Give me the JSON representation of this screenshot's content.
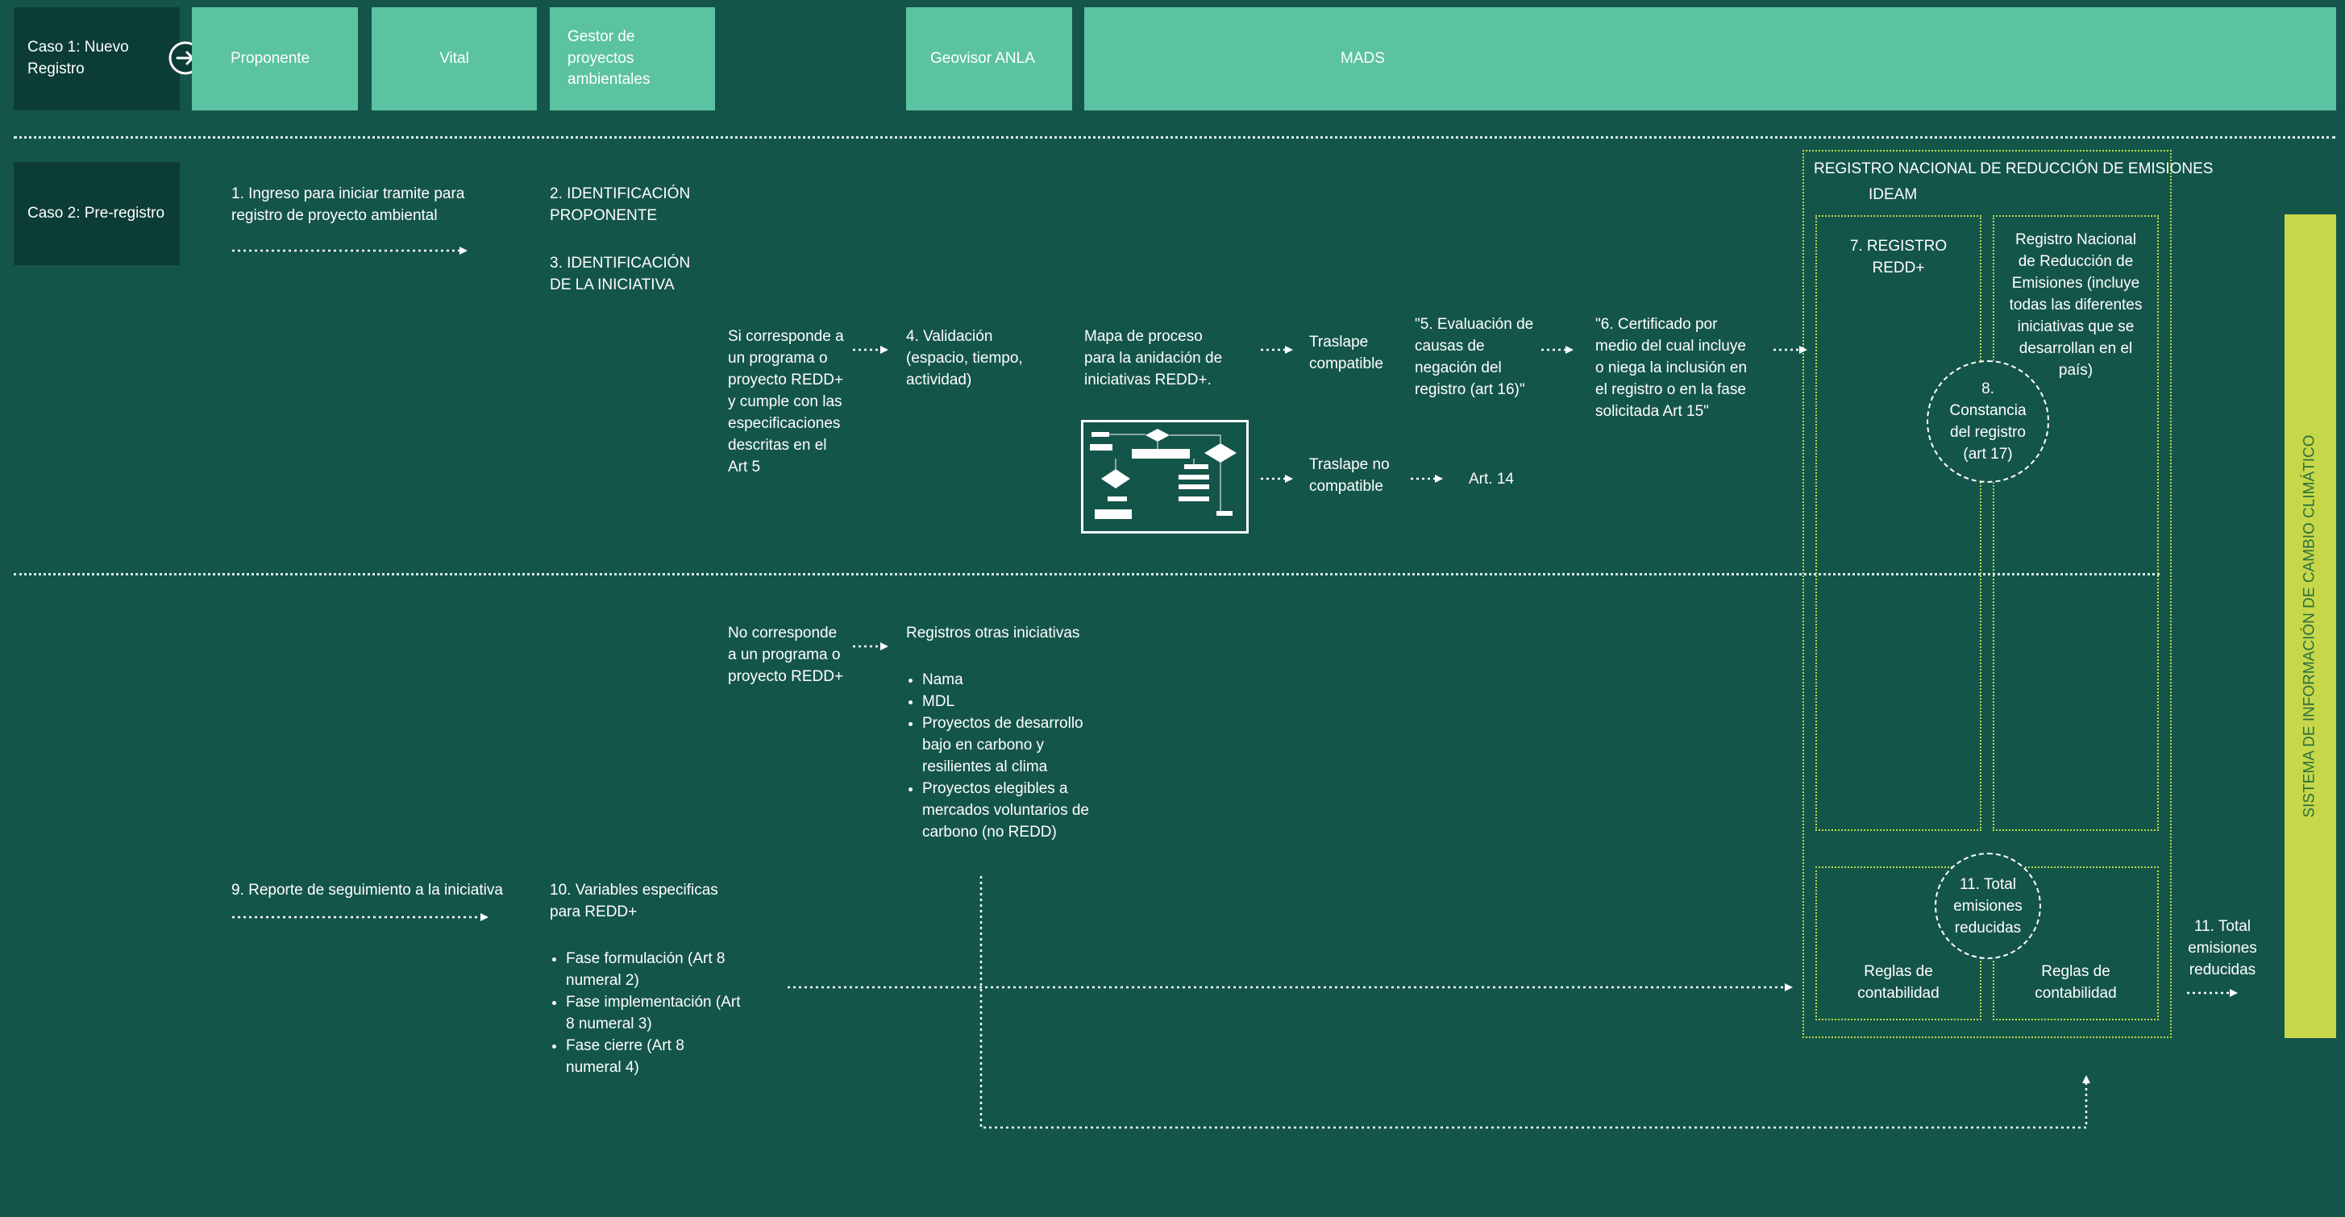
{
  "header": {
    "case1": "Caso 1: Nuevo Registro",
    "actors": [
      "Proponente",
      "Vital",
      "Gestor de proyectos ambientales",
      "Geovisor ANLA",
      "MADS"
    ]
  },
  "case2": {
    "label": "Caso 2: Pre-registro"
  },
  "steps": {
    "s1": "1. Ingreso para iniciar tramite para registro de proyecto ambiental",
    "s2": "2. IDENTIFICACIÓN PROPONENTE",
    "s3": "3. IDENTIFICACIÓN DE LA INICIATIVA",
    "corresponde": "Si corresponde a un programa o proyecto REDD+ y cumple con las especificaciones descritas en el Art 5",
    "s4": "4. Validación (espacio, tiempo, actividad)",
    "mapa": "Mapa de proceso para la anidación de iniciativas REDD+.",
    "traslape_ok": "Traslape compatible",
    "traslape_no": "Traslape no compatible",
    "art14": "Art. 14",
    "s5": "\"5. Evaluación de causas de negación del registro (art 16)\"",
    "s6": "\"6. Certificado por medio del cual incluye o niega la inclusión en el registro o en la fase solicitada Art 15\"",
    "no_corresponde": "No corresponde a un programa o proyecto REDD+",
    "otras_title": "Registros otras iniciativas",
    "otras_items": [
      "Nama",
      "MDL",
      "Proyectos de desarrollo bajo en carbono y resilientes al clima",
      "Proyectos elegibles a mercados voluntarios de carbono  (no REDD)"
    ],
    "s9": "9. Reporte de seguimiento a la iniciativa",
    "s10": "10.  Variables especificas para REDD+",
    "fases": [
      "Fase formulación (Art 8 numeral 2)",
      "Fase implementación (Art 8 numeral 3)",
      "Fase cierre (Art 8 numeral 4)"
    ]
  },
  "registry": {
    "title": "REGISTRO NACIONAL DE REDUCCIÓN DE EMISIONES",
    "org": "IDEAM",
    "s7": "7. REGISTRO REDD+",
    "rn": "Registro Nacional de Reducción de Emisiones (incluye todas las diferentes iniciativas que se desarrollan en el país)",
    "s8": "8. Constancia del registro (art 17)",
    "s11": "11. Total emisiones reducidas",
    "reglas": "Reglas de contabilidad"
  },
  "outside_s11": "11. Total emisiones reducidas",
  "siac": "SISTEMA DE INFORMACIÓN DE CAMBIO CLIMÁTICO",
  "colors": {
    "background": "#14554a",
    "mint": "#5cc3a2",
    "dark": "#0c3c36",
    "lime": "#c6d84a"
  }
}
